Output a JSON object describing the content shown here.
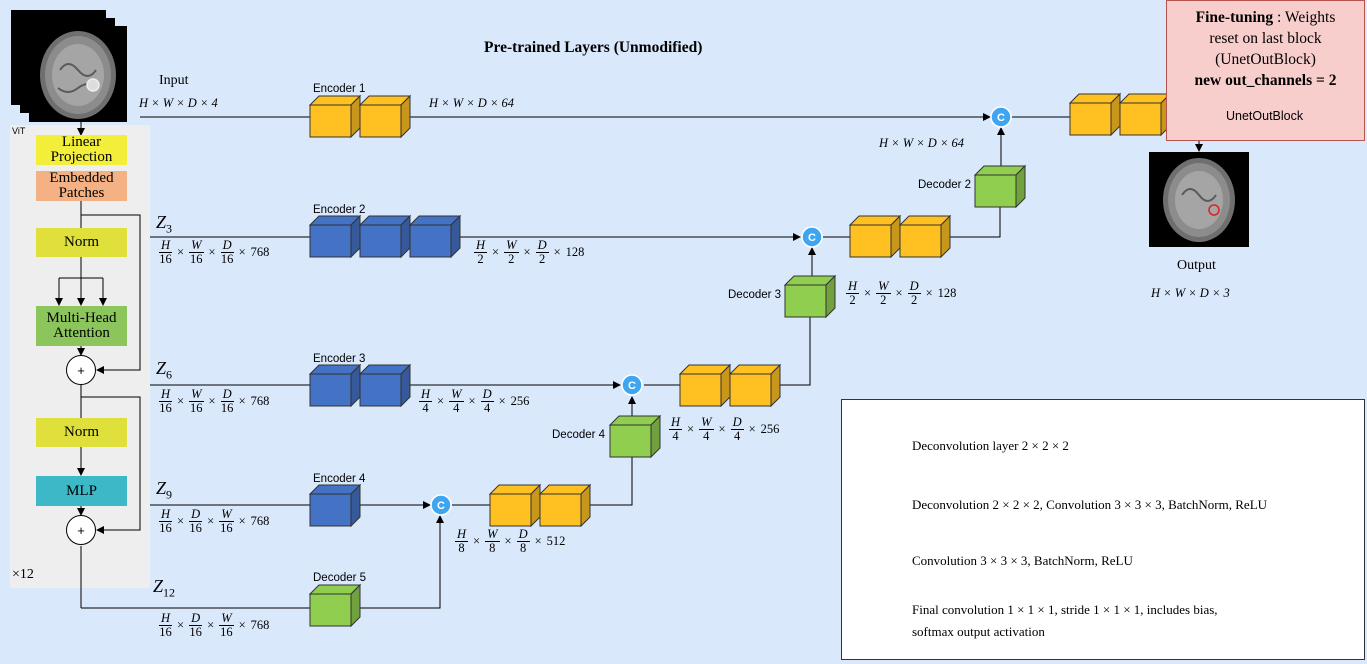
{
  "title": "Pre-trained Layers (Unmodified)",
  "finetune": {
    "bold_prefix": "Fine-tuning",
    "line1_rest": " : Weights",
    "line2": "reset on last block",
    "line3": "(UnetOutBlock)",
    "line4_bold": "new out_channels = 2"
  },
  "vit": {
    "label": "ViT",
    "repeat": "×12",
    "linear_projection": "Linear Projection",
    "embedded_patches": "Embedded Patches",
    "norm1": "Norm",
    "mha": "Multi-Head Attention",
    "norm2": "Norm",
    "mlp": "MLP",
    "plus": "+"
  },
  "input": {
    "label": "Input",
    "dims": "H × W × D × 4"
  },
  "output": {
    "label": "Output",
    "dims": "H × W × D × 3"
  },
  "z_labels": [
    "Z3",
    "Z6",
    "Z9",
    "Z12"
  ],
  "z_dims": {
    "z3": [
      "H/16",
      "W/16",
      "D/16",
      "768"
    ],
    "z6": [
      "H/16",
      "W/16",
      "D/16",
      "768"
    ],
    "z9": [
      "H/16",
      "D/16",
      "W/16",
      "768"
    ],
    "z12": [
      "H/16",
      "D/16",
      "W/16",
      "768"
    ]
  },
  "blocks": {
    "encoder1": "Encoder 1",
    "encoder2": "Encoder 2",
    "encoder3": "Encoder 3",
    "encoder4": "Encoder 4",
    "encoder5": "Decoder 5",
    "decoder2": "Decoder 2",
    "decoder3": "Decoder 3",
    "decoder4": "Decoder 4",
    "out_block": "UnetOutBlock",
    "concat": "C"
  },
  "feature_dims": {
    "enc1_out": "H × W × D × 64",
    "dec2_in": "H × W × D × 64",
    "enc2_out": [
      "H/2",
      "W/2",
      "D/2",
      "128"
    ],
    "dec3_out": [
      "H/2",
      "W/2",
      "D/2",
      "128"
    ],
    "enc3_out": [
      "H/4",
      "W/4",
      "D/4",
      "256"
    ],
    "dec4_out": [
      "H/4",
      "W/4",
      "D/4",
      "256"
    ],
    "dec5_concat": [
      "H/8",
      "W/8",
      "D/8",
      "512"
    ]
  },
  "legend": [
    {
      "color": "#8fce4f",
      "text": "Deconvolution layer 2 × 2 × 2"
    },
    {
      "color": "#4472c4",
      "text": "Deconvolution 2 × 2 × 2, Convolution 3 × 3 × 3, BatchNorm, ReLU"
    },
    {
      "color": "#ffc021",
      "text": "Convolution 3 × 3 × 3, BatchNorm, ReLU"
    },
    {
      "color": "#a6a6a6",
      "text": "Final convolution 1 × 1 × 1, stride 1 × 1 × 1, includes bias,",
      "text2": "softmax output activation"
    }
  ],
  "colors": {
    "background": "#dae8fc",
    "green": "#8fce4f",
    "blue": "#4472c4",
    "orange": "#ffc021",
    "gray": "#a6a6a6",
    "concat": "#3ea6f0",
    "vit_panel": "#eeeeee",
    "linear_projection": "#f2ee39",
    "embedded_patches": "#f4b183",
    "norm": "#dfe03b",
    "mha": "#8dc55d",
    "mlp": "#3db8c7",
    "finetune_bg": "#f8cecc"
  }
}
